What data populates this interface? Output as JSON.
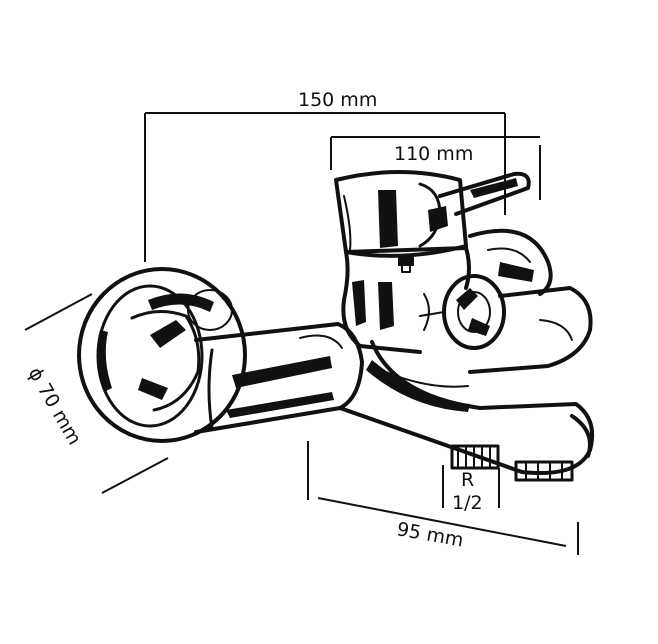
{
  "dimensions": {
    "width_150": "150 mm",
    "width_110": "110 mm",
    "diameter": "ϕ 70 mm",
    "depth_95": "95 mm",
    "thread_r": "R",
    "thread_size": "1/2"
  },
  "colors": {
    "ink": "#111111",
    "background": "#ffffff"
  }
}
